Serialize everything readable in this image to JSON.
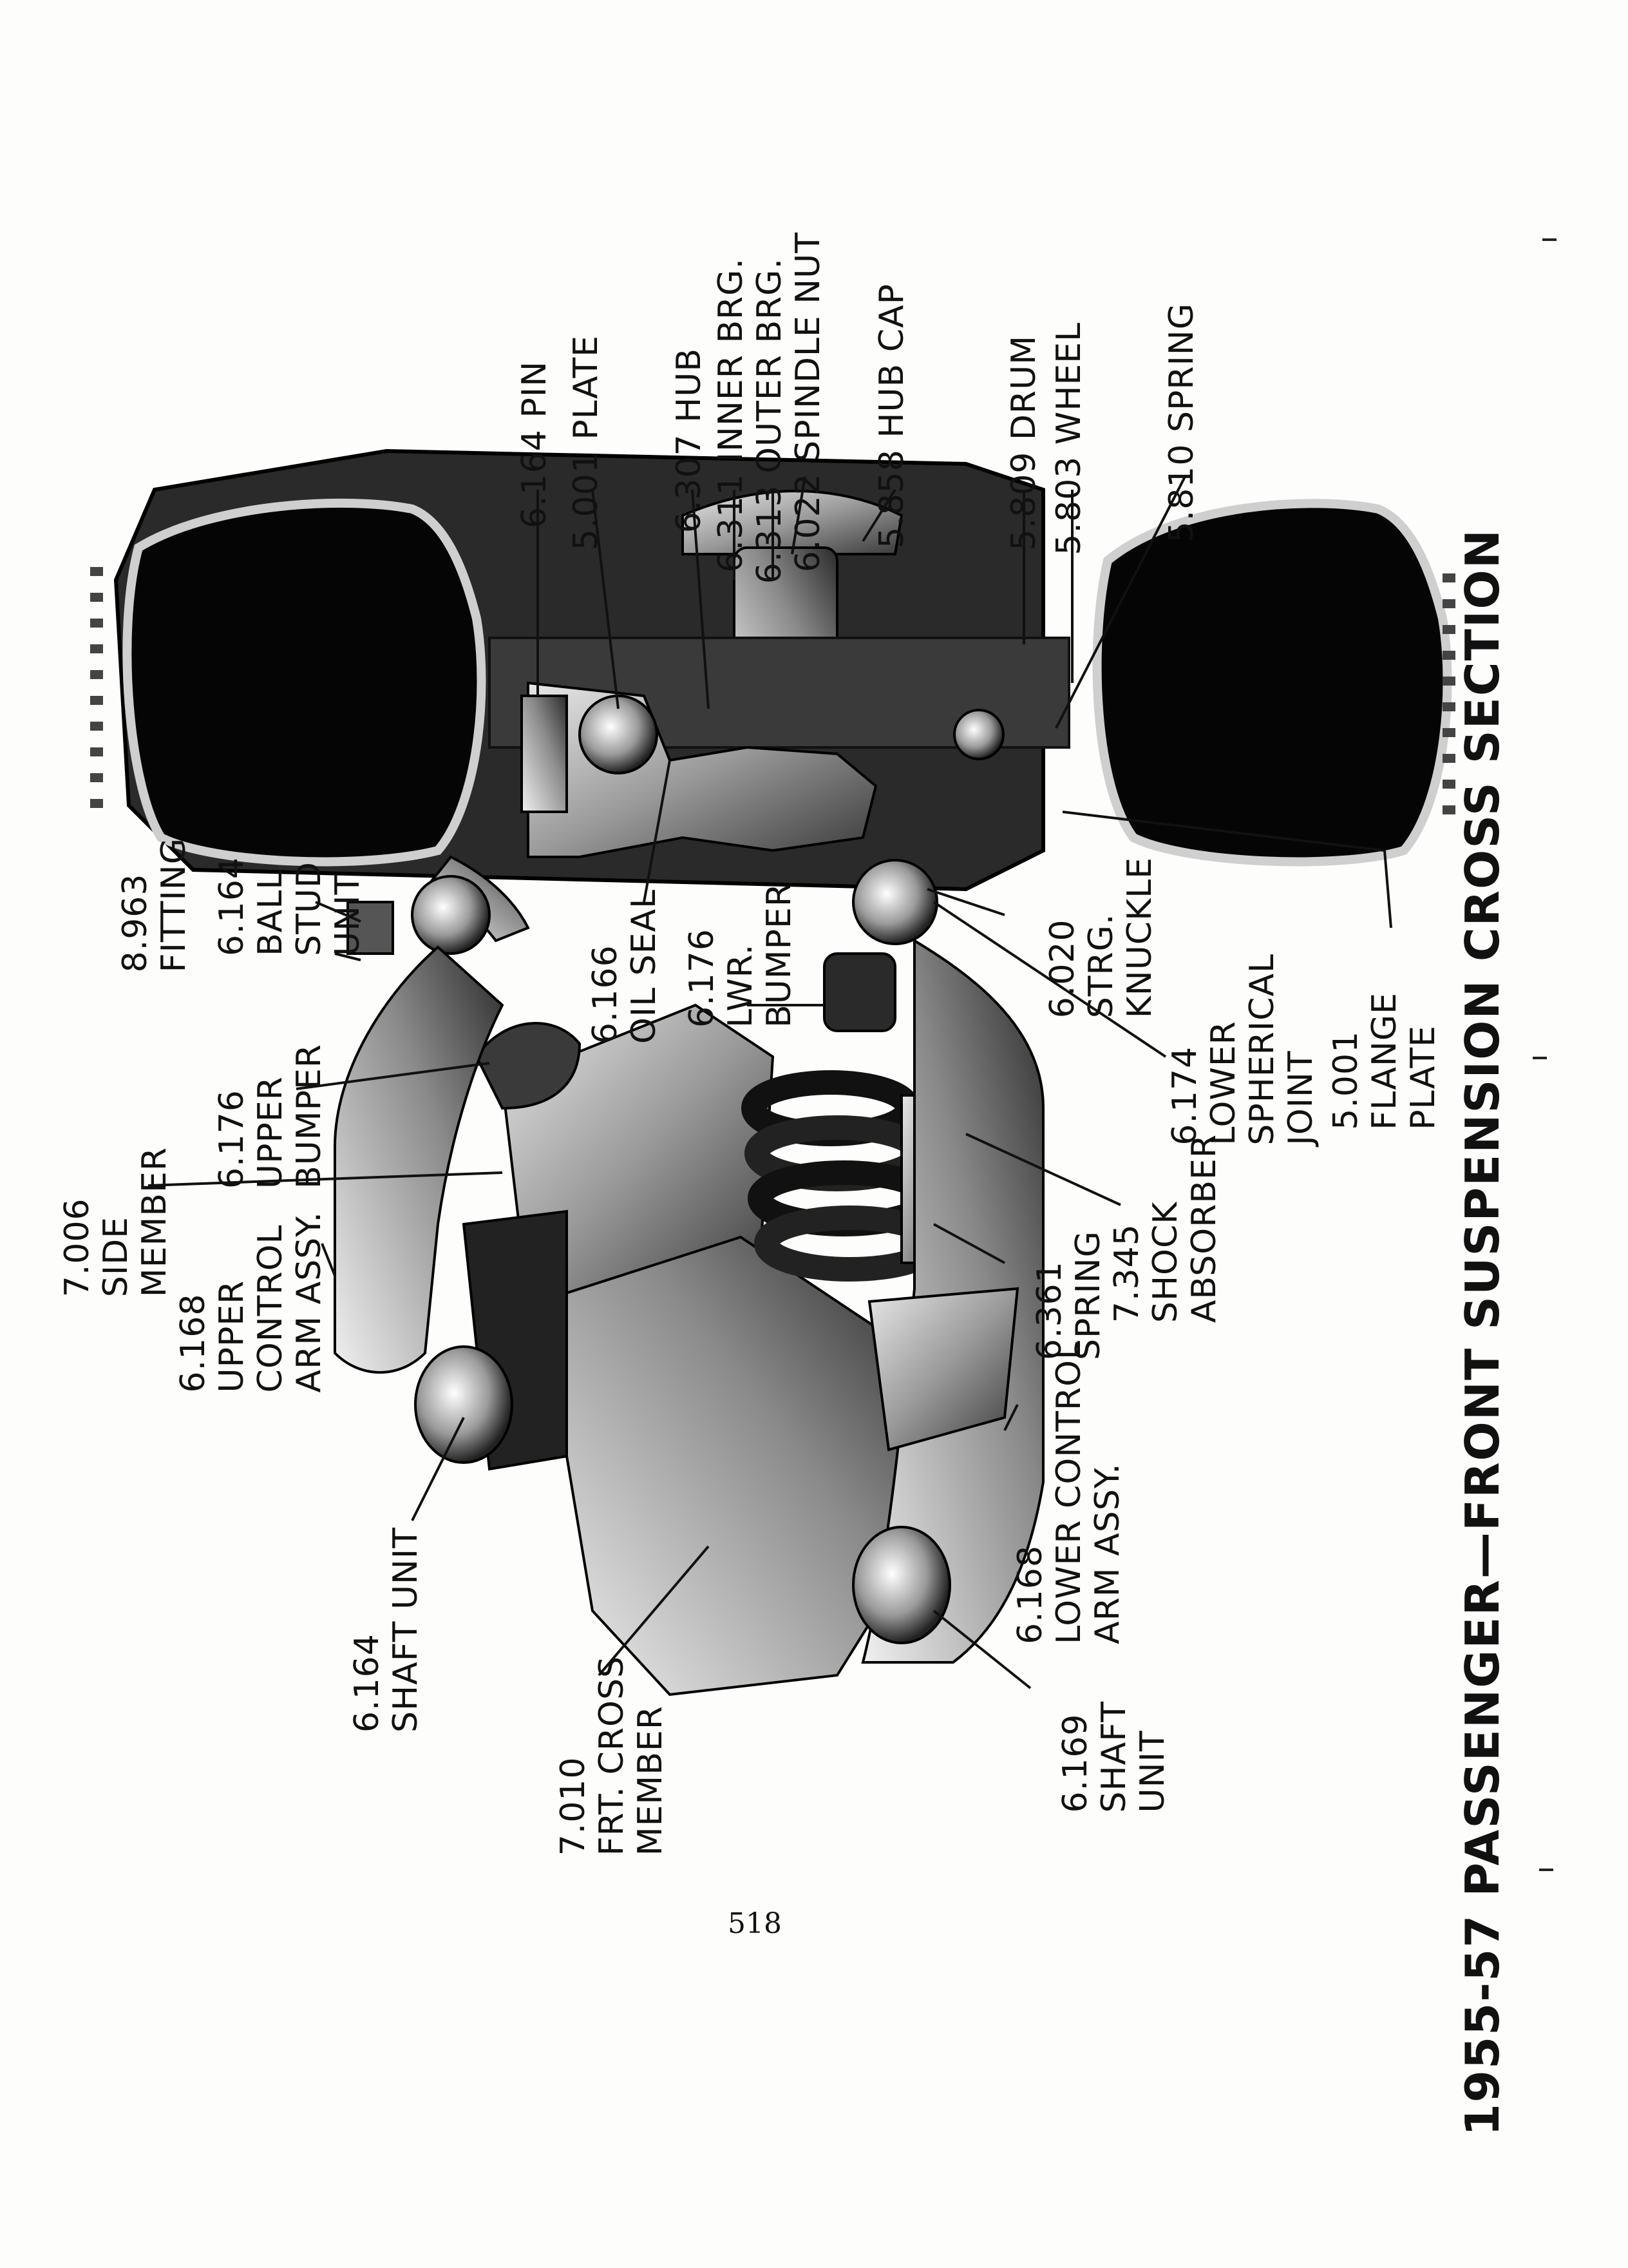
{
  "title": "1955-57 PASSENGER—FRONT SUSPENSION CROSS SECTION",
  "page_number": "518",
  "labels": {
    "pin": "6.164 PIN",
    "plate": "5.001 PLATE",
    "hub": "6.307 HUB",
    "inner_brg": "6.311 INNER BRG.",
    "outer_brg": "6.313 OUTER BRG.",
    "spindle_nut": "6.022 SPINDLE NUT",
    "hub_cap": "5.858 HUB CAP",
    "drum": "5.809 DRUM",
    "wheel": "5.803 WHEEL",
    "spring_top": "5.810 SPRING",
    "fitting": "8.963\nFITTING",
    "ball_stud": "6.164\nBALL\nSTUD\nUNIT",
    "oil_seal": "6.166\nOIL SEAL",
    "lwr_bumper": "6.176\nLWR.\nBUMPER",
    "strg_knuckle": "6.020\nSTRG.\nKNUCKLE",
    "flange_plate": "5.001\nFLANGE\nPLATE",
    "upper_bumper": "6.176\nUPPER\nBUMPER",
    "lower_spherical": "6.174\nLOWER\nSPHERICAL\nJOINT",
    "side_member": "7.006\nSIDE\nMEMBER",
    "shock_absorber": "7.345\nSHOCK\nABSORBER",
    "upper_control_arm": "6.168\nUPPER\nCONTROL\nARM ASSY.",
    "coil_spring": "6.361\nSPRING",
    "shaft_unit_upper": "6.164\nSHAFT UNIT",
    "lower_control_arm": "6.168\nLOWER CONTROL\nARM ASSY.",
    "cross_member": "7.010\nFRT. CROSS\nMEMBER",
    "shaft_unit_lower": "6.169\nSHAFT\nUNIT"
  }
}
